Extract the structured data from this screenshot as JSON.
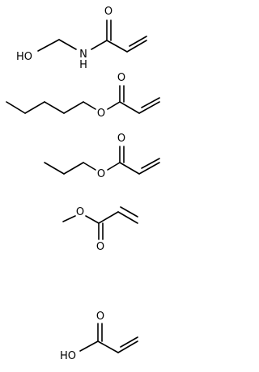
{
  "labels": {
    "m1_o": "O",
    "m1_ho": "HO",
    "m1_n": "N",
    "m1_h": "H",
    "m2_o_carbonyl": "O",
    "m2_o_ester": "O",
    "m3_o_carbonyl": "O",
    "m3_o_ester": "O",
    "m4_o_ester": "O",
    "m4_o_carbonyl": "O",
    "m5_o": "O",
    "m5_ho": "HO"
  }
}
